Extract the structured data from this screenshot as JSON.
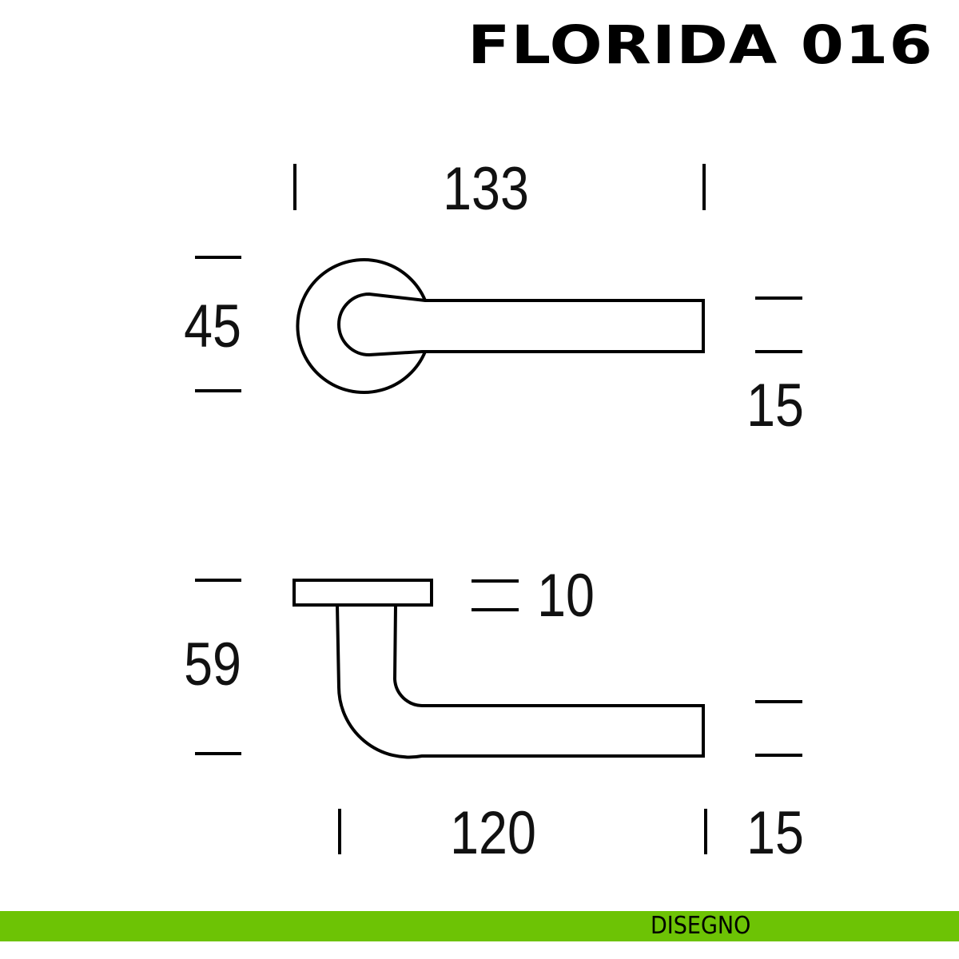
{
  "title": "FLORIDA 016",
  "top_view": {
    "width": "133",
    "rosette_diameter": "45",
    "lever_thickness": "15"
  },
  "side_view": {
    "height": "59",
    "rosette_thickness": "10",
    "lever_length": "120",
    "lever_thickness": "15"
  },
  "footer": {
    "label": "DISEGNO",
    "color": "#6dc305"
  }
}
